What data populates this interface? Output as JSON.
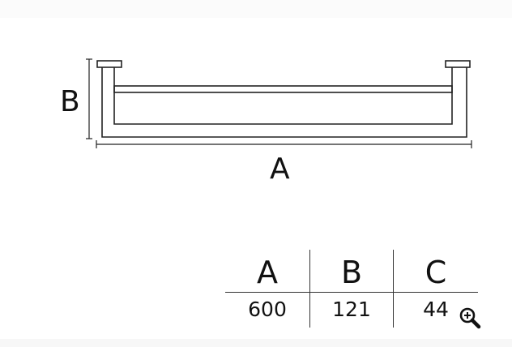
{
  "drawing": {
    "dimension_labels": {
      "width": "A",
      "height": "B"
    }
  },
  "spec_table": {
    "headers": [
      "A",
      "B",
      "C"
    ],
    "values": [
      "600",
      "121",
      "44"
    ]
  },
  "zoom": {
    "icon": "zoom-in-icon"
  }
}
